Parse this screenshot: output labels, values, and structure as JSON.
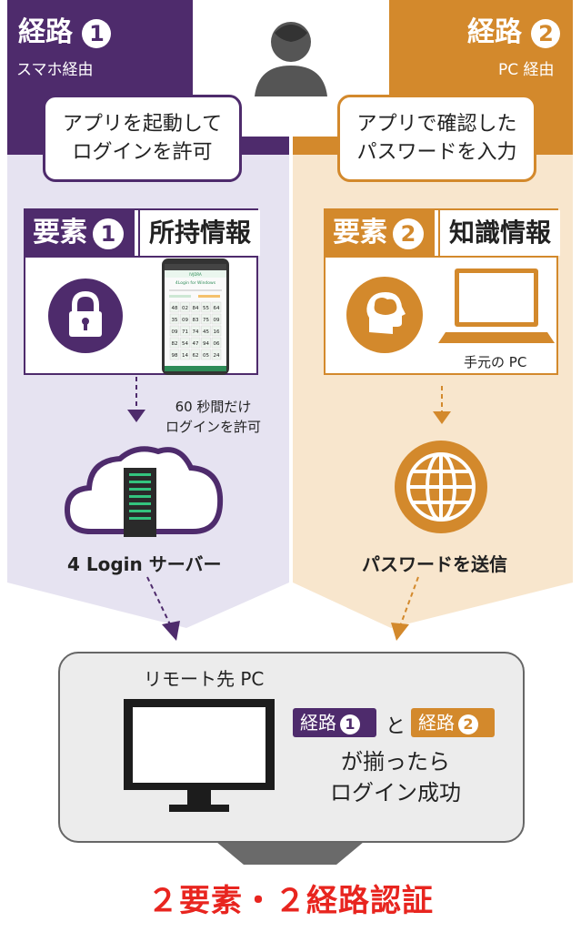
{
  "route1": {
    "title": "経路",
    "num": "1",
    "subtitle": "スマホ経由",
    "bubble_line1": "アプリを起動して",
    "bubble_line2": "ログインを許可",
    "factor_label": "要素",
    "factor_num": "1",
    "factor_type": "所持情報",
    "note_line1": "60 秒間だけ",
    "note_line2": "ログインを許可",
    "server_label": "4 Login サーバー",
    "phone": {
      "brand": "IVJDRA",
      "app_title": "4Login for Windows",
      "grid": [
        [
          "48",
          "02",
          "84",
          "55",
          "64"
        ],
        [
          "35",
          "09",
          "83",
          "75",
          "09"
        ],
        [
          "09",
          "71",
          "74",
          "45",
          "16"
        ],
        [
          "82",
          "54",
          "47",
          "94",
          "06"
        ],
        [
          "98",
          "14",
          "62",
          "05",
          "24"
        ]
      ]
    }
  },
  "route2": {
    "title": "経路",
    "num": "2",
    "subtitle": "PC 経由",
    "bubble_line1": "アプリで確認した",
    "bubble_line2": "パスワードを入力",
    "factor_label": "要素",
    "factor_num": "2",
    "factor_type": "知識情報",
    "laptop_caption": "手元の PC",
    "send_label": "パスワードを送信"
  },
  "remote": {
    "title": "リモート先 PC",
    "badge1_label": "経路",
    "badge1_num": "1",
    "connector": "と",
    "badge2_label": "経路",
    "badge2_num": "2",
    "line1": "が揃ったら",
    "line2": "ログイン成功"
  },
  "footer_title": "２要素・２経路認証",
  "colors": {
    "purple": "#4e2b6c",
    "purple_bg": "#e6e3f1",
    "orange": "#d3892c",
    "orange_bg": "#f8e6cd",
    "gray_box": "#ececec",
    "red": "#e8251f",
    "person": "#555555",
    "phone_green": "#2e8b57"
  },
  "icons": [
    "person-icon",
    "lock-icon",
    "smartphone-icon",
    "brain-head-icon",
    "laptop-icon",
    "cloud-server-icon",
    "globe-icon",
    "monitor-icon"
  ]
}
